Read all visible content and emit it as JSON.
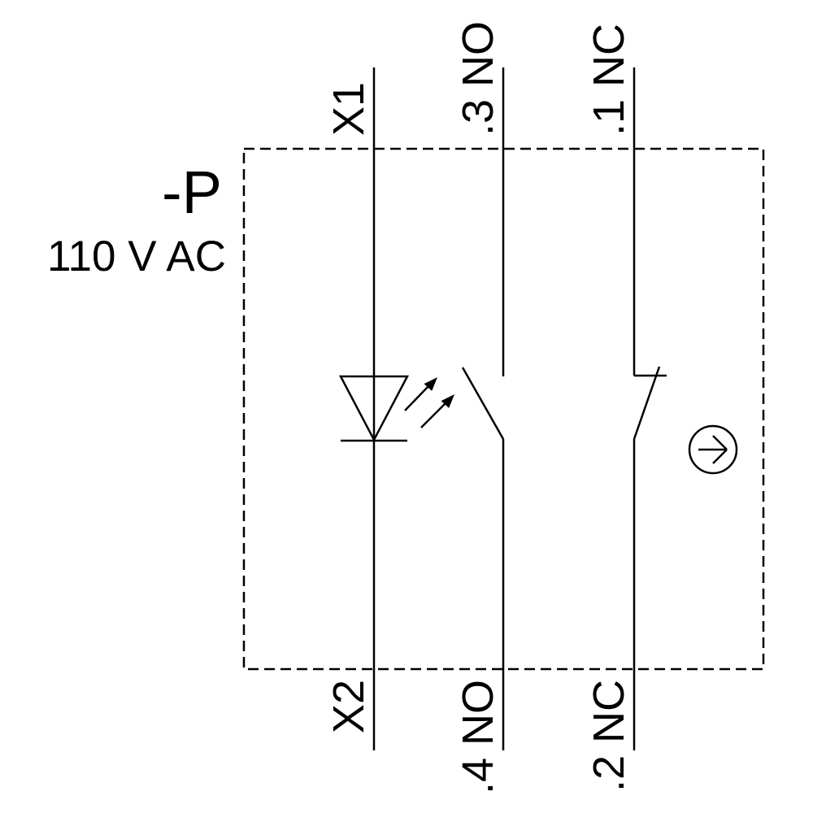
{
  "schematic": {
    "device_tag": "-P",
    "supply_rating": "110 V AC",
    "paths": {
      "lamp": {
        "top_terminal": "X1",
        "bottom_terminal": "X2",
        "symbol": "led-indicator"
      },
      "no_contact": {
        "top_terminal": ".3 NO",
        "bottom_terminal": ".4 NO",
        "symbol": "normally-open-contact"
      },
      "nc_contact": {
        "top_terminal": ".1 NC",
        "bottom_terminal": ".2 NC",
        "symbol": "normally-closed-contact"
      }
    },
    "actuator_symbol": "circled-right-arrow",
    "colors": {
      "stroke": "#000000",
      "background": "#ffffff"
    }
  }
}
